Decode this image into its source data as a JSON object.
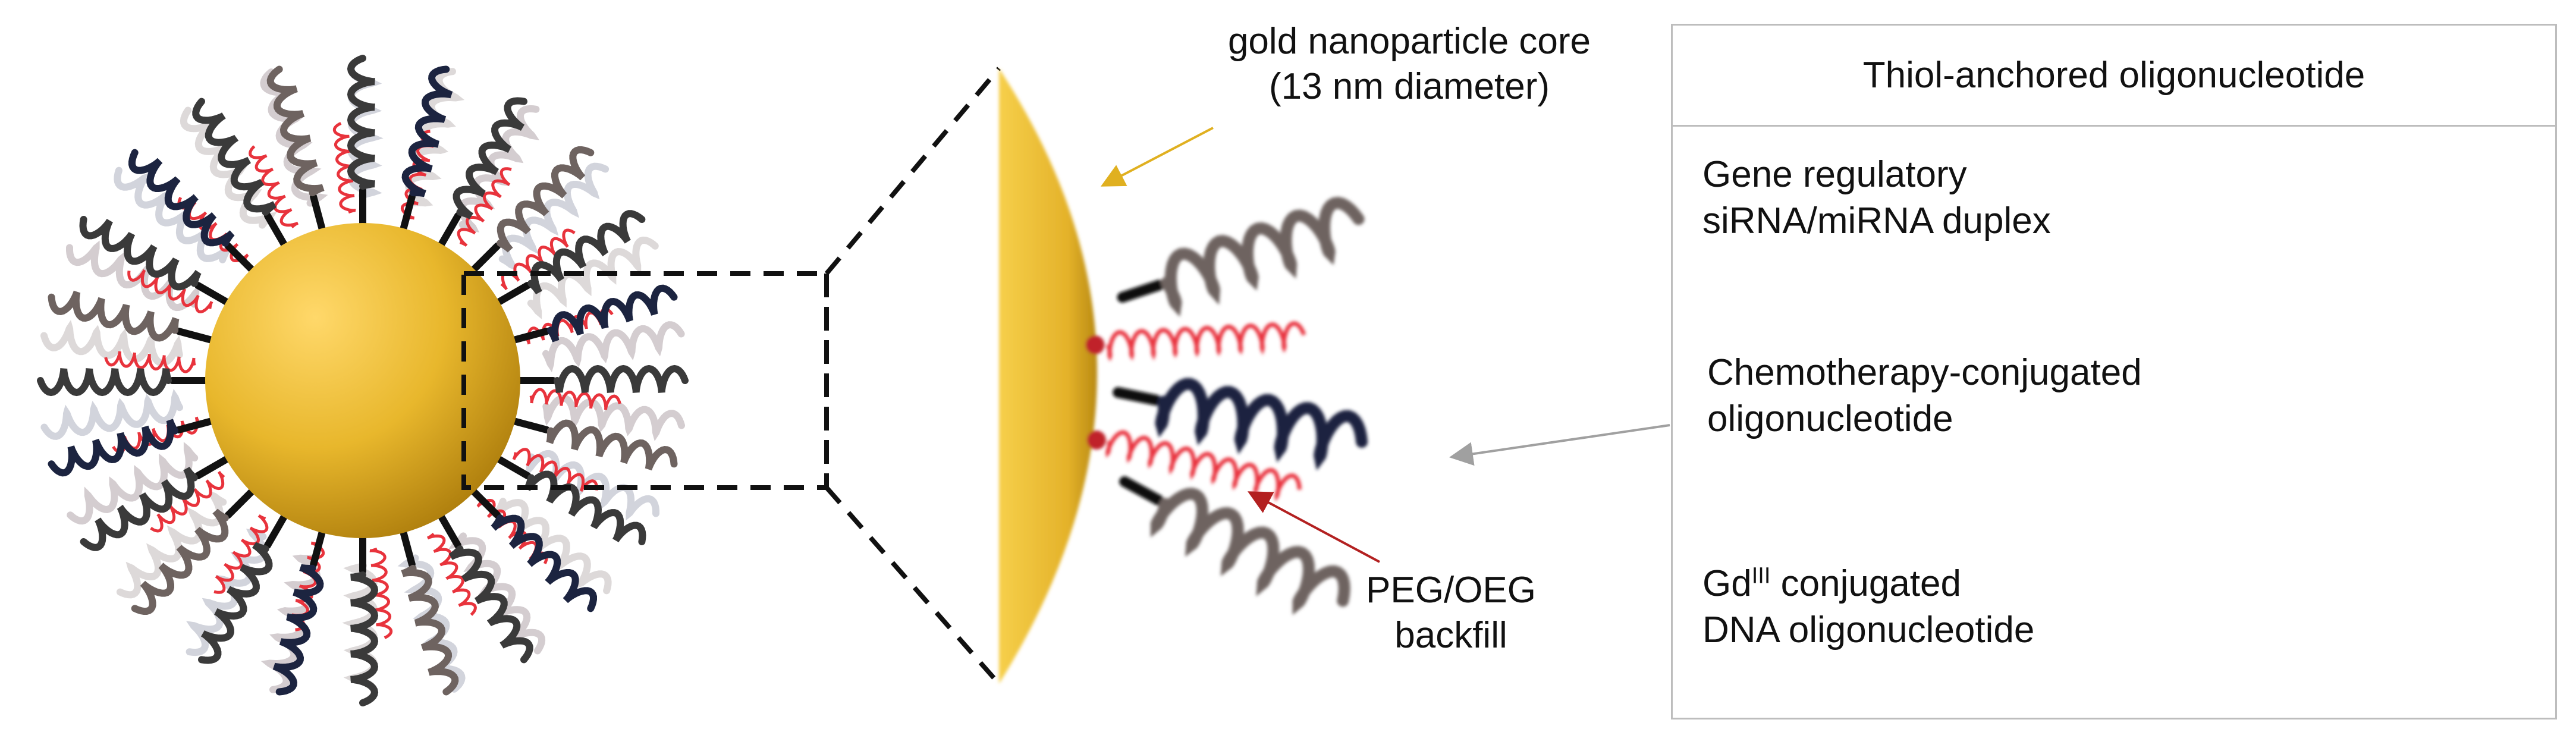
{
  "labels": {
    "core_line1": "gold nanoparticle core",
    "core_line2": "(13 nm diameter)",
    "peg_line1": "PEG/OEG",
    "peg_line2": "backfill"
  },
  "legend": {
    "title": "Thiol-anchored oligonucleotide",
    "items": [
      {
        "line1": "Gene regulatory",
        "line2": "siRNA/miRNA duplex",
        "icon": "sirna-duplex-icon"
      },
      {
        "line1": "Chemotherapy-conjugated",
        "line2": "oligonucleotide",
        "icon": "chemo-oligo-icon"
      },
      {
        "line1_main": "Gd",
        "line1_sup": "III",
        "line1_rest": " conjugated",
        "line2": "DNA oligonucleotide",
        "icon": "gd-oligo-icon"
      }
    ]
  },
  "colors": {
    "gold": "#E8B72C",
    "gold_dark": "#B8860B",
    "strand_dark": "#3a3a3a",
    "strand_brown": "#6e6360",
    "strand_navy": "#1c2440",
    "peg_red": "#e8333c",
    "sirna_red": "#e53224",
    "sirna_blue": "#1d1fd6",
    "grey_strand": "#9a9a9a",
    "gd_green": "#2fae4a",
    "arrow_gold": "#e0b020",
    "arrow_red": "#b32020",
    "arrow_grey": "#a0a0a0"
  }
}
